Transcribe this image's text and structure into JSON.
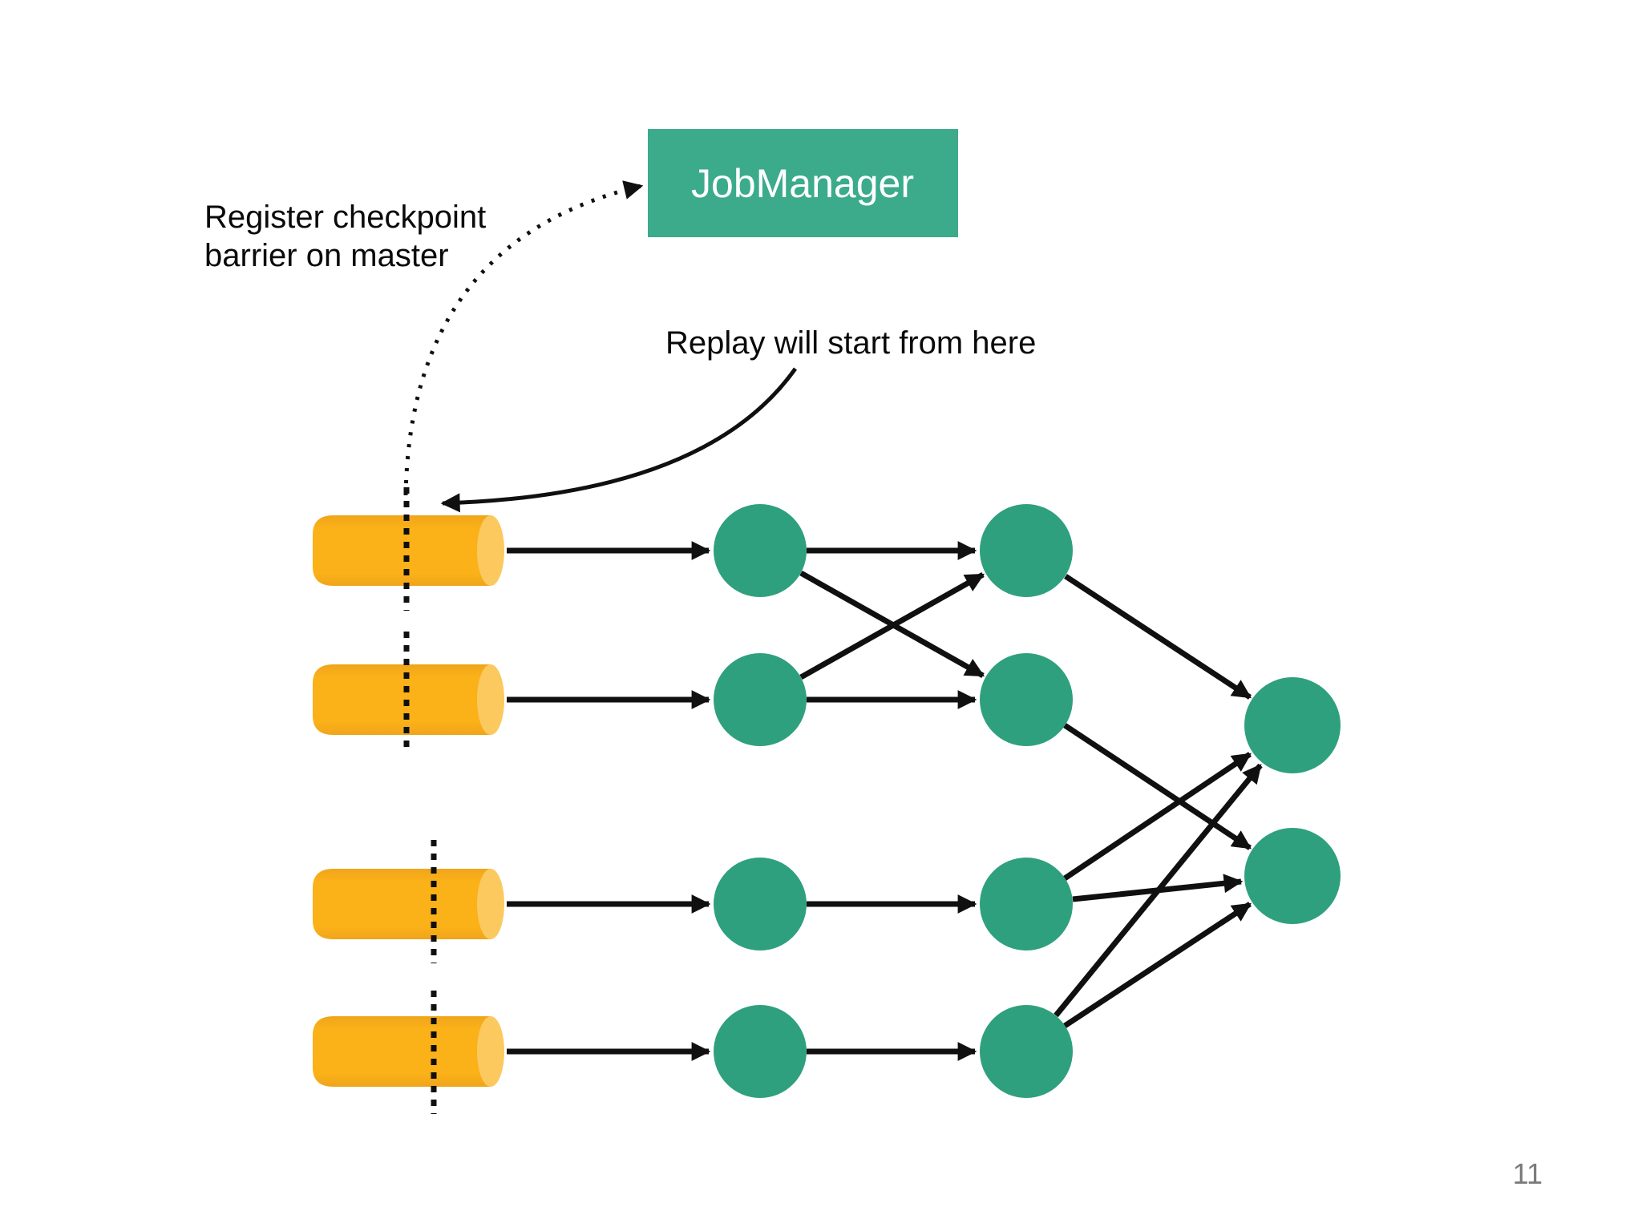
{
  "page": {
    "page_number": "11"
  },
  "job_manager_box": {
    "label": "JobManager",
    "fill": "#3BAB8C",
    "text_color": "#ffffff"
  },
  "annotations": {
    "register_checkpoint": {
      "line1": "Register checkpoint",
      "line2": "barrier on master"
    },
    "replay": {
      "text": "Replay will start from here"
    }
  },
  "colors": {
    "operator_node": "#2FA07E",
    "source_body": "#FBB118",
    "source_cap": "#FCC95F",
    "edge": "#101010",
    "annotation_text": "#0A0A0A",
    "page_number": "#7A7A7A"
  }
}
